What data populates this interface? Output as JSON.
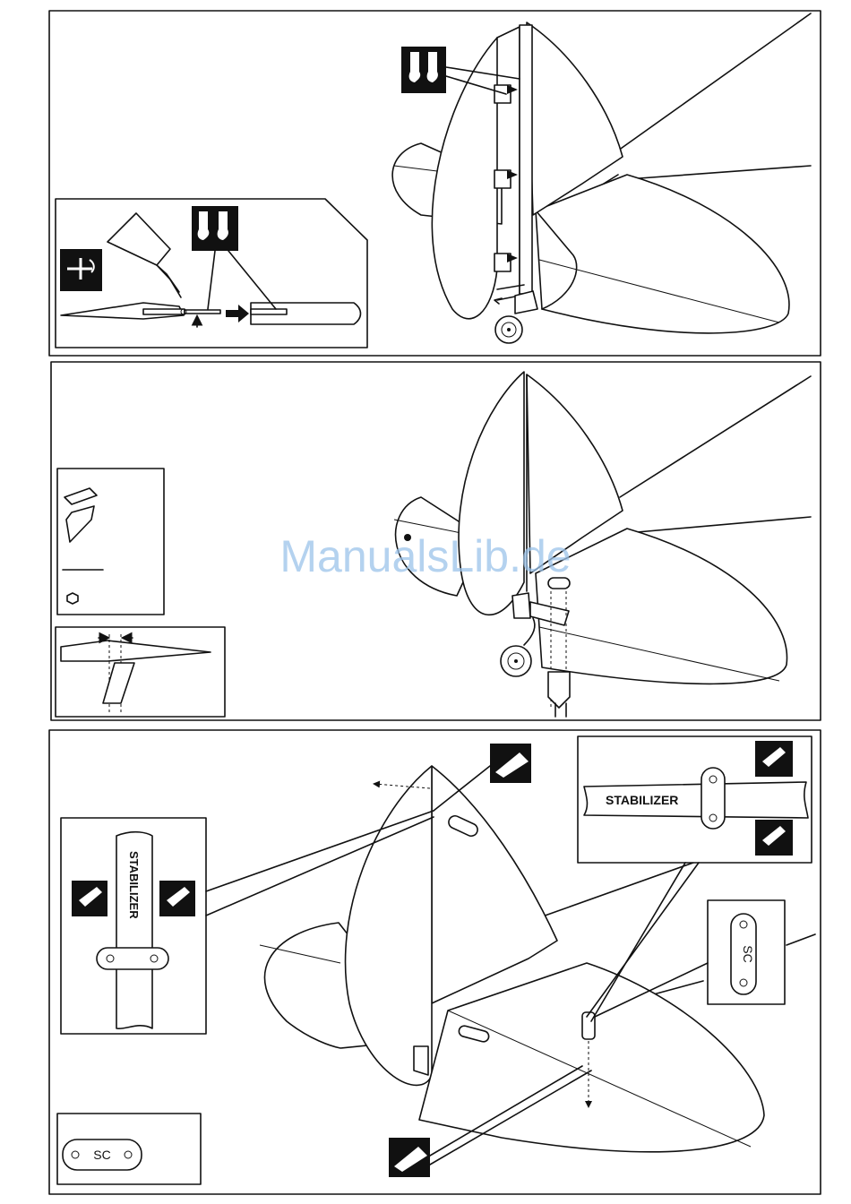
{
  "watermark": "ManualsLib.de",
  "panel3": {
    "stabilizer_label_right": "STABILIZER",
    "stabilizer_label_left": "STABILIZER",
    "hinge_code_right": "SC",
    "hinge_code_bottom": "SC"
  },
  "colors": {
    "line": "#111111",
    "watermark": "#9cc3ea",
    "background": "#ffffff"
  }
}
